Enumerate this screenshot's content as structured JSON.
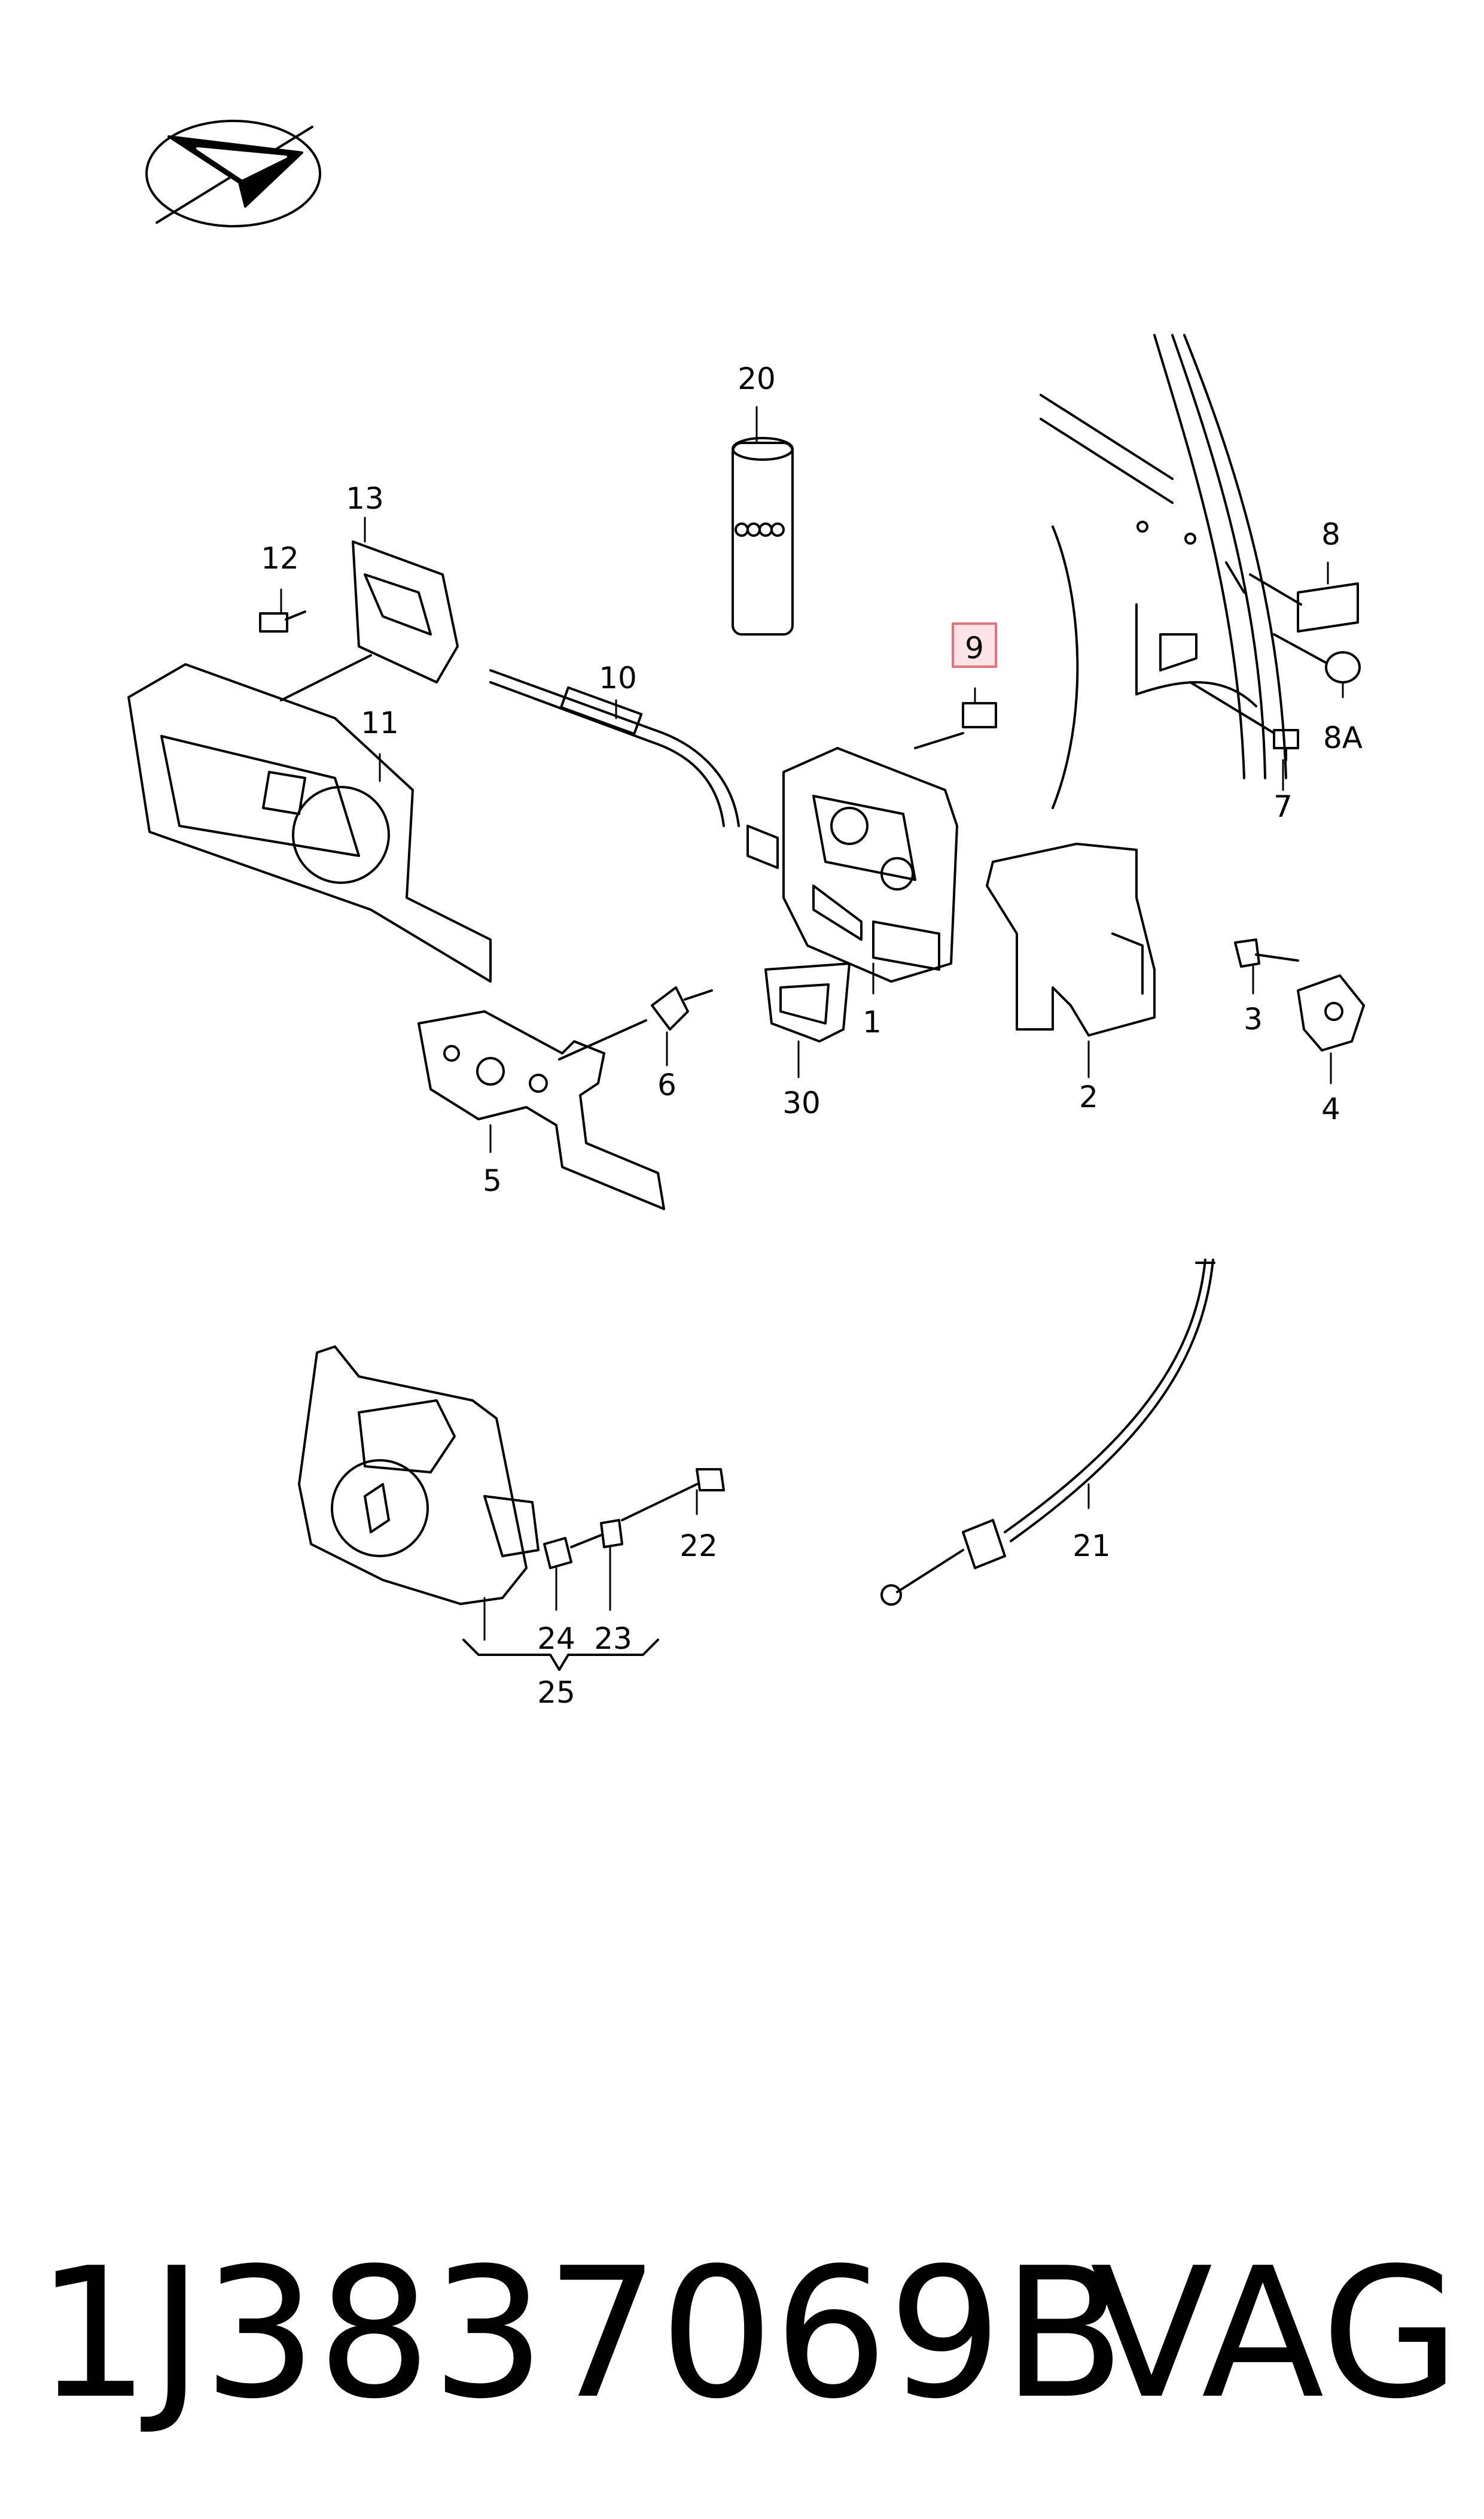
{
  "callouts": [
    {
      "id": "1",
      "label": "1"
    },
    {
      "id": "2",
      "label": "2"
    },
    {
      "id": "3",
      "label": "3"
    },
    {
      "id": "4",
      "label": "4"
    },
    {
      "id": "5",
      "label": "5"
    },
    {
      "id": "6",
      "label": "6"
    },
    {
      "id": "7",
      "label": "7"
    },
    {
      "id": "8",
      "label": "8"
    },
    {
      "id": "8A",
      "label": "8A"
    },
    {
      "id": "9",
      "label": "9",
      "highlighted": true
    },
    {
      "id": "10",
      "label": "10"
    },
    {
      "id": "11",
      "label": "11"
    },
    {
      "id": "12",
      "label": "12"
    },
    {
      "id": "13",
      "label": "13"
    },
    {
      "id": "20",
      "label": "20"
    },
    {
      "id": "21",
      "label": "21"
    },
    {
      "id": "22",
      "label": "22"
    },
    {
      "id": "23",
      "label": "23"
    },
    {
      "id": "24",
      "label": "24"
    },
    {
      "id": "25",
      "label": "25"
    },
    {
      "id": "30",
      "label": "30"
    }
  ],
  "footer": {
    "part_number": "1J3837069B",
    "brand": "VAG"
  },
  "colors": {
    "line": "#000000",
    "highlight_border": "#e8707a",
    "highlight_fill": "#fbe3e6",
    "background": "#ffffff"
  }
}
